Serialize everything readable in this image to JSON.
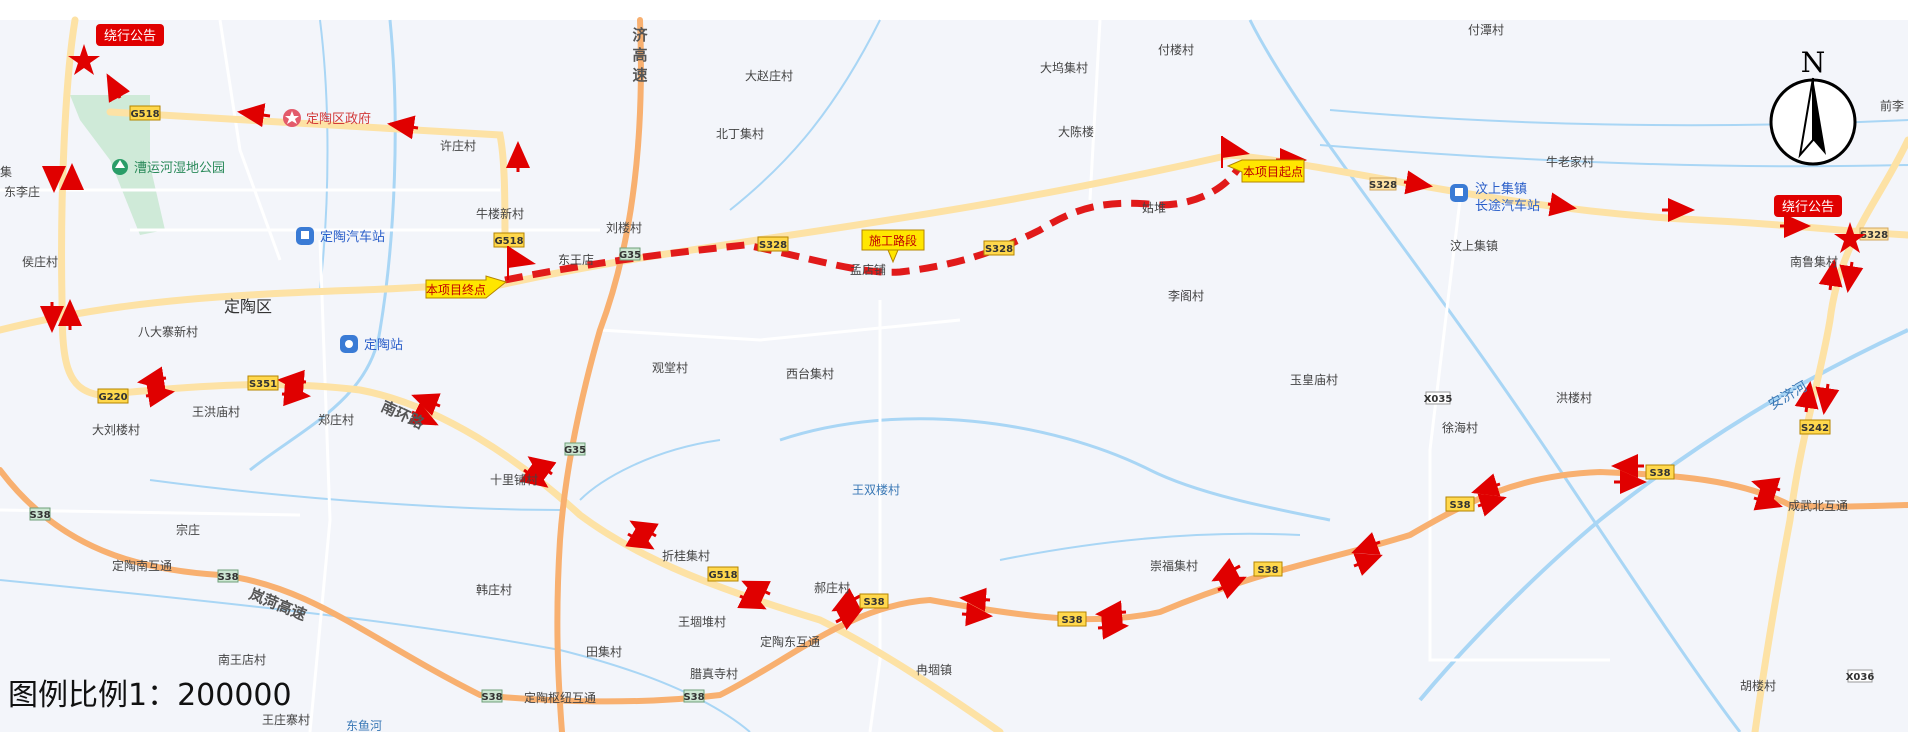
{
  "places": {
    "futan": "付潭村",
    "dazhao": "大赵庄村",
    "dawu": "大坞集村",
    "fulou": "付楼村",
    "daichen": "大陈楼",
    "xuzhuang": "许庄村",
    "beiding": "北丁集村",
    "niulaojia": "牛老家村",
    "qianli": "前李",
    "niulouxin": "牛楼新村",
    "liulou": "刘楼村",
    "dongwang": "东王店",
    "gudui": "姑堆",
    "mengdian": "孟店铺",
    "wenshangzhen": "汶上集镇",
    "nanlu": "南鲁集村",
    "dingtao": "定陶区",
    "houzhuang": "侯庄村",
    "dongli": "东李庄",
    "jiji": "集",
    "badazhai": "八大寨新村",
    "liange": "李阁村",
    "guantang": "观堂村",
    "xitai": "西台集村",
    "yuhuang": "玉皇庙村",
    "honglou": "洪楼村",
    "dazhuang": "大刘楼村",
    "wanghong": "王洪庙村",
    "zhengzhuang": "郑庄村",
    "shilipu": "十里铺村",
    "xuhai": "徐海村",
    "zongzhuang": "宗庄",
    "wangshuang": "王双楼村",
    "dingnanhu": "定陶南互通",
    "zhegui": "折桂集村",
    "chongfu": "崇福集村",
    "chengwu": "成武北互通",
    "hanzhuang": "韩庄村",
    "haozhuang": "郝庄村",
    "wangdui": "王堌堆村",
    "dingdong": "定陶东互通",
    "tianji": "田集村",
    "laizhen": "腊真寺村",
    "ranku": "冉堌镇",
    "nanwang": "南王店村",
    "dingshu": "定陶枢纽互通",
    "wangzhuang": "王庄寨村",
    "hulou": "胡楼村",
    "dongyu": "东鱼河"
  },
  "pois": {
    "gov": "定陶区政府",
    "park": "漕运河湿地公园",
    "busstation": "定陶汽车站",
    "railstation": "定陶站",
    "wenshang_bus_1": "汶上集镇",
    "wenshang_bus_2": "长途汽车站"
  },
  "roads": {
    "jiyu": "济\n高\n速",
    "jiyu_chars": [
      "济",
      "高",
      "速"
    ],
    "nanhuan": "南环路",
    "lanhe": "岚菏高速",
    "anji": "安济河"
  },
  "shields": {
    "g518": "G518",
    "g220": "G220",
    "s351": "S351",
    "s328": "S328",
    "s38": "S38",
    "s242": "S242",
    "g35": "G35",
    "x035": "X035",
    "x036": "X036"
  },
  "annotations": {
    "start": "本项目起点",
    "end": "本项目终点",
    "construction": "施工路段",
    "detour_west": "绕行公告",
    "detour_east": "绕行公告"
  },
  "compass": {
    "north": "N"
  },
  "legend": {
    "scale": "图例比例1：200000"
  },
  "colors": {
    "background": "#f3f5fa",
    "water": "#a9d6f5",
    "expressway": "#f8b070",
    "trunk_road": "#fde2a5",
    "minor_road": "#ffffff",
    "construction": "#e11a1a",
    "arrow": "#e00000",
    "flag": "#e00000",
    "callout_fill": "#ffe600",
    "notice_fill": "#e00000"
  },
  "icons": [
    "star-icon",
    "flag-icon",
    "arrow-icon",
    "bus-station-icon",
    "rail-station-icon",
    "government-icon",
    "park-icon",
    "compass-icon"
  ]
}
